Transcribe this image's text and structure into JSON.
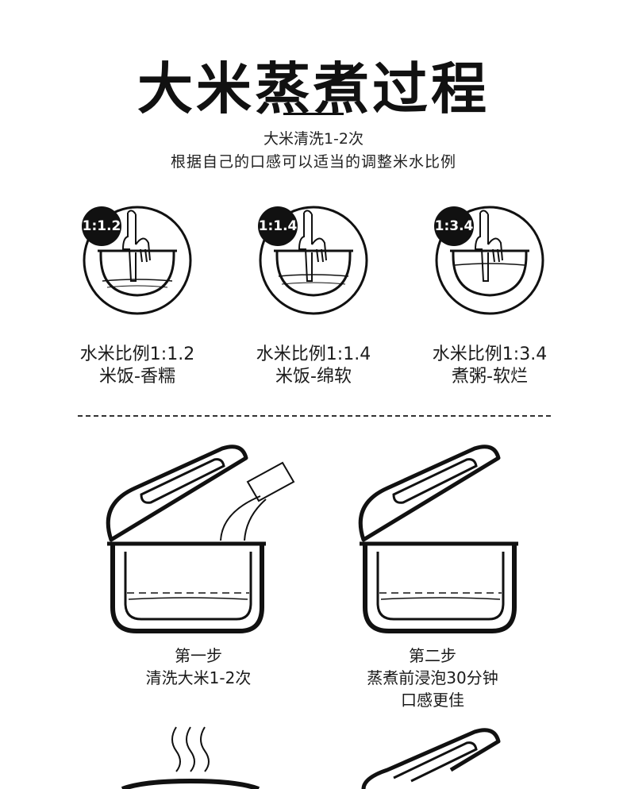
{
  "title": "大米蒸煮过程",
  "subtitle_line1": "大米清洗1-2次",
  "subtitle_line2": "根据自己的口感可以适当的调整米水比例",
  "ratios": [
    {
      "badge": "1:1.2",
      "label": "水米比例1:1.2",
      "result": "米饭-香糯"
    },
    {
      "badge": "1:1.4",
      "label": "水米比例1:1.4",
      "result": "米饭-绵软"
    },
    {
      "badge": "1:3.4",
      "label": "水米比例1:3.4",
      "result": "煮粥-软烂"
    }
  ],
  "steps": [
    {
      "heading": "第一步",
      "line1": "清洗大米1-2次",
      "line2": ""
    },
    {
      "heading": "第二步",
      "line1": "蒸煮前浸泡30分钟",
      "line2": "口感更佳"
    }
  ]
}
